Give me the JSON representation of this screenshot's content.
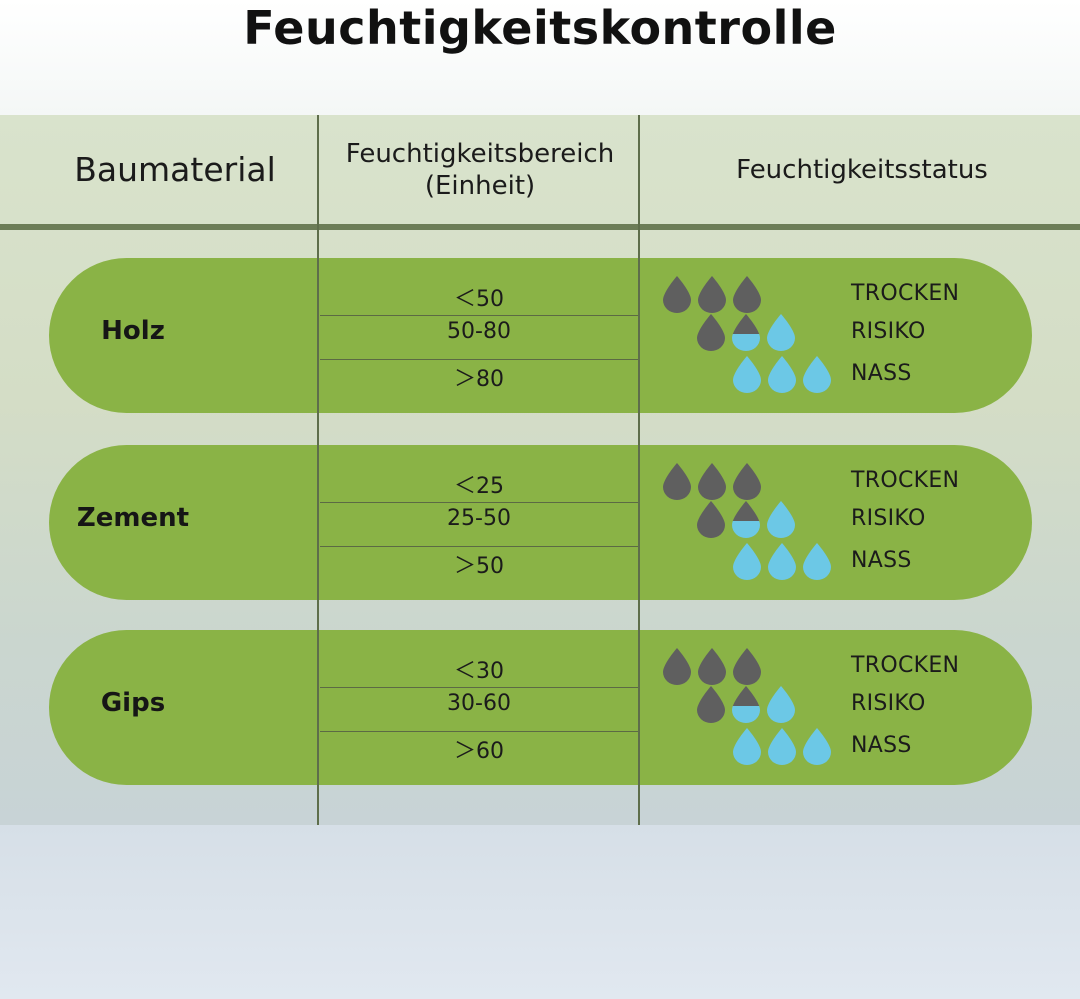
{
  "title": "Feuchtigkeitskontrolle",
  "headers": {
    "material": "Baumaterial",
    "range_line1": "Feuchtigkeitsbereich",
    "range_line2": "(Einheit)",
    "status": "Feuchtigkeitsstatus"
  },
  "colors": {
    "pill": "#8ab346",
    "drop_dry": "#5f5f5f",
    "drop_wet": "#6cc8e6",
    "divider": "#5e6e4b"
  },
  "status_labels": [
    "TROCKEN",
    "RISIKO",
    "NASS"
  ],
  "drop_icons": {
    "dry": "gray-drop-icon",
    "half": "half-filled-drop-icon",
    "wet": "blue-drop-icon"
  },
  "materials": [
    {
      "name": "Holz",
      "ranges": [
        "＜50",
        "50-80",
        "＞80"
      ]
    },
    {
      "name": "Zement",
      "ranges": [
        "＜25",
        "25-50",
        "＞50"
      ]
    },
    {
      "name": "Gips",
      "ranges": [
        "＜30",
        "30-60",
        "＞60"
      ]
    }
  ]
}
